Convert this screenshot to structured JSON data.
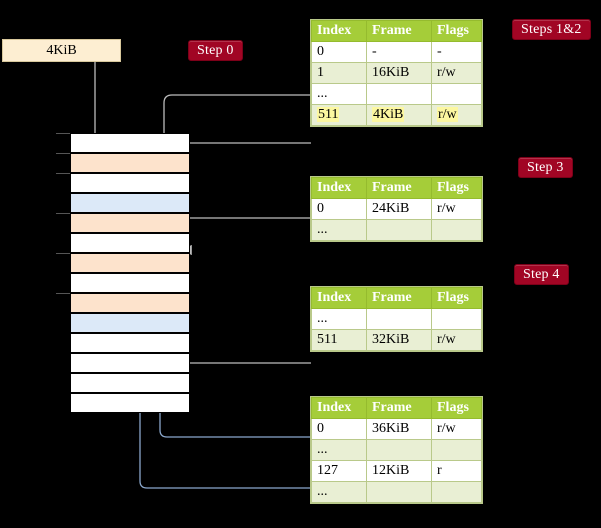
{
  "diagram": {
    "title": "multi-level-page-table-walk",
    "virtual_page": {
      "label": "4KiB"
    },
    "badges": [
      {
        "name": "step-0",
        "label": "Step 0"
      },
      {
        "name": "steps-1-2",
        "label": "Steps 1&2"
      },
      {
        "name": "step-3",
        "label": "Step 3"
      },
      {
        "name": "step-4",
        "label": "Step 4"
      }
    ],
    "colors": {
      "badge_bg": "#a10524",
      "badge_text": "#ffffff",
      "header_green": "#a5cd39",
      "row_alt": "#e9efd4",
      "highlight_yellow": "#fcf7a0",
      "vbox_bg": "#fdeed2",
      "mem_peach": "#fde3cc",
      "mem_blue": "#dce9f8",
      "wire_gray": "#b0b0b0",
      "wire_blue": "#8aa7cc",
      "background": "#000000"
    },
    "memory_column": {
      "name": "physical-memory-column",
      "rows": [
        {
          "fill": "white"
        },
        {
          "fill": "peach"
        },
        {
          "fill": "white"
        },
        {
          "fill": "blue"
        },
        {
          "fill": "peach"
        },
        {
          "fill": "white"
        },
        {
          "fill": "peach"
        },
        {
          "fill": "white"
        },
        {
          "fill": "peach"
        },
        {
          "fill": "blue"
        },
        {
          "fill": "white"
        },
        {
          "fill": "white"
        },
        {
          "fill": "white"
        },
        {
          "fill": "white"
        }
      ]
    },
    "tables": [
      {
        "name": "page-table-level-1",
        "headers": [
          "Index",
          "Frame",
          "Flags"
        ],
        "rows": [
          {
            "cells": [
              "0",
              "-",
              "-"
            ],
            "alt": false,
            "highlight": false
          },
          {
            "cells": [
              "1",
              "16KiB",
              "r/w"
            ],
            "alt": true,
            "highlight": false
          },
          {
            "cells": [
              "...",
              "",
              ""
            ],
            "alt": false,
            "highlight": false
          },
          {
            "cells": [
              "511",
              "4KiB",
              "r/w"
            ],
            "alt": true,
            "highlight": true
          }
        ]
      },
      {
        "name": "page-table-level-2",
        "headers": [
          "Index",
          "Frame",
          "Flags"
        ],
        "rows": [
          {
            "cells": [
              "0",
              "24KiB",
              "r/w"
            ],
            "alt": false,
            "highlight": false
          },
          {
            "cells": [
              "...",
              "",
              ""
            ],
            "alt": true,
            "highlight": false
          }
        ]
      },
      {
        "name": "page-table-level-3",
        "headers": [
          "Index",
          "Frame",
          "Flags"
        ],
        "rows": [
          {
            "cells": [
              "...",
              "",
              ""
            ],
            "alt": false,
            "highlight": false
          },
          {
            "cells": [
              "511",
              "32KiB",
              "r/w"
            ],
            "alt": true,
            "highlight": false
          }
        ]
      },
      {
        "name": "page-table-level-4",
        "headers": [
          "Index",
          "Frame",
          "Flags"
        ],
        "rows": [
          {
            "cells": [
              "0",
              "36KiB",
              "r/w"
            ],
            "alt": false,
            "highlight": false
          },
          {
            "cells": [
              "...",
              "",
              ""
            ],
            "alt": true,
            "highlight": false
          },
          {
            "cells": [
              "127",
              "12KiB",
              "r"
            ],
            "alt": false,
            "highlight": false
          },
          {
            "cells": [
              "...",
              "",
              ""
            ],
            "alt": true,
            "highlight": false
          }
        ]
      }
    ]
  }
}
